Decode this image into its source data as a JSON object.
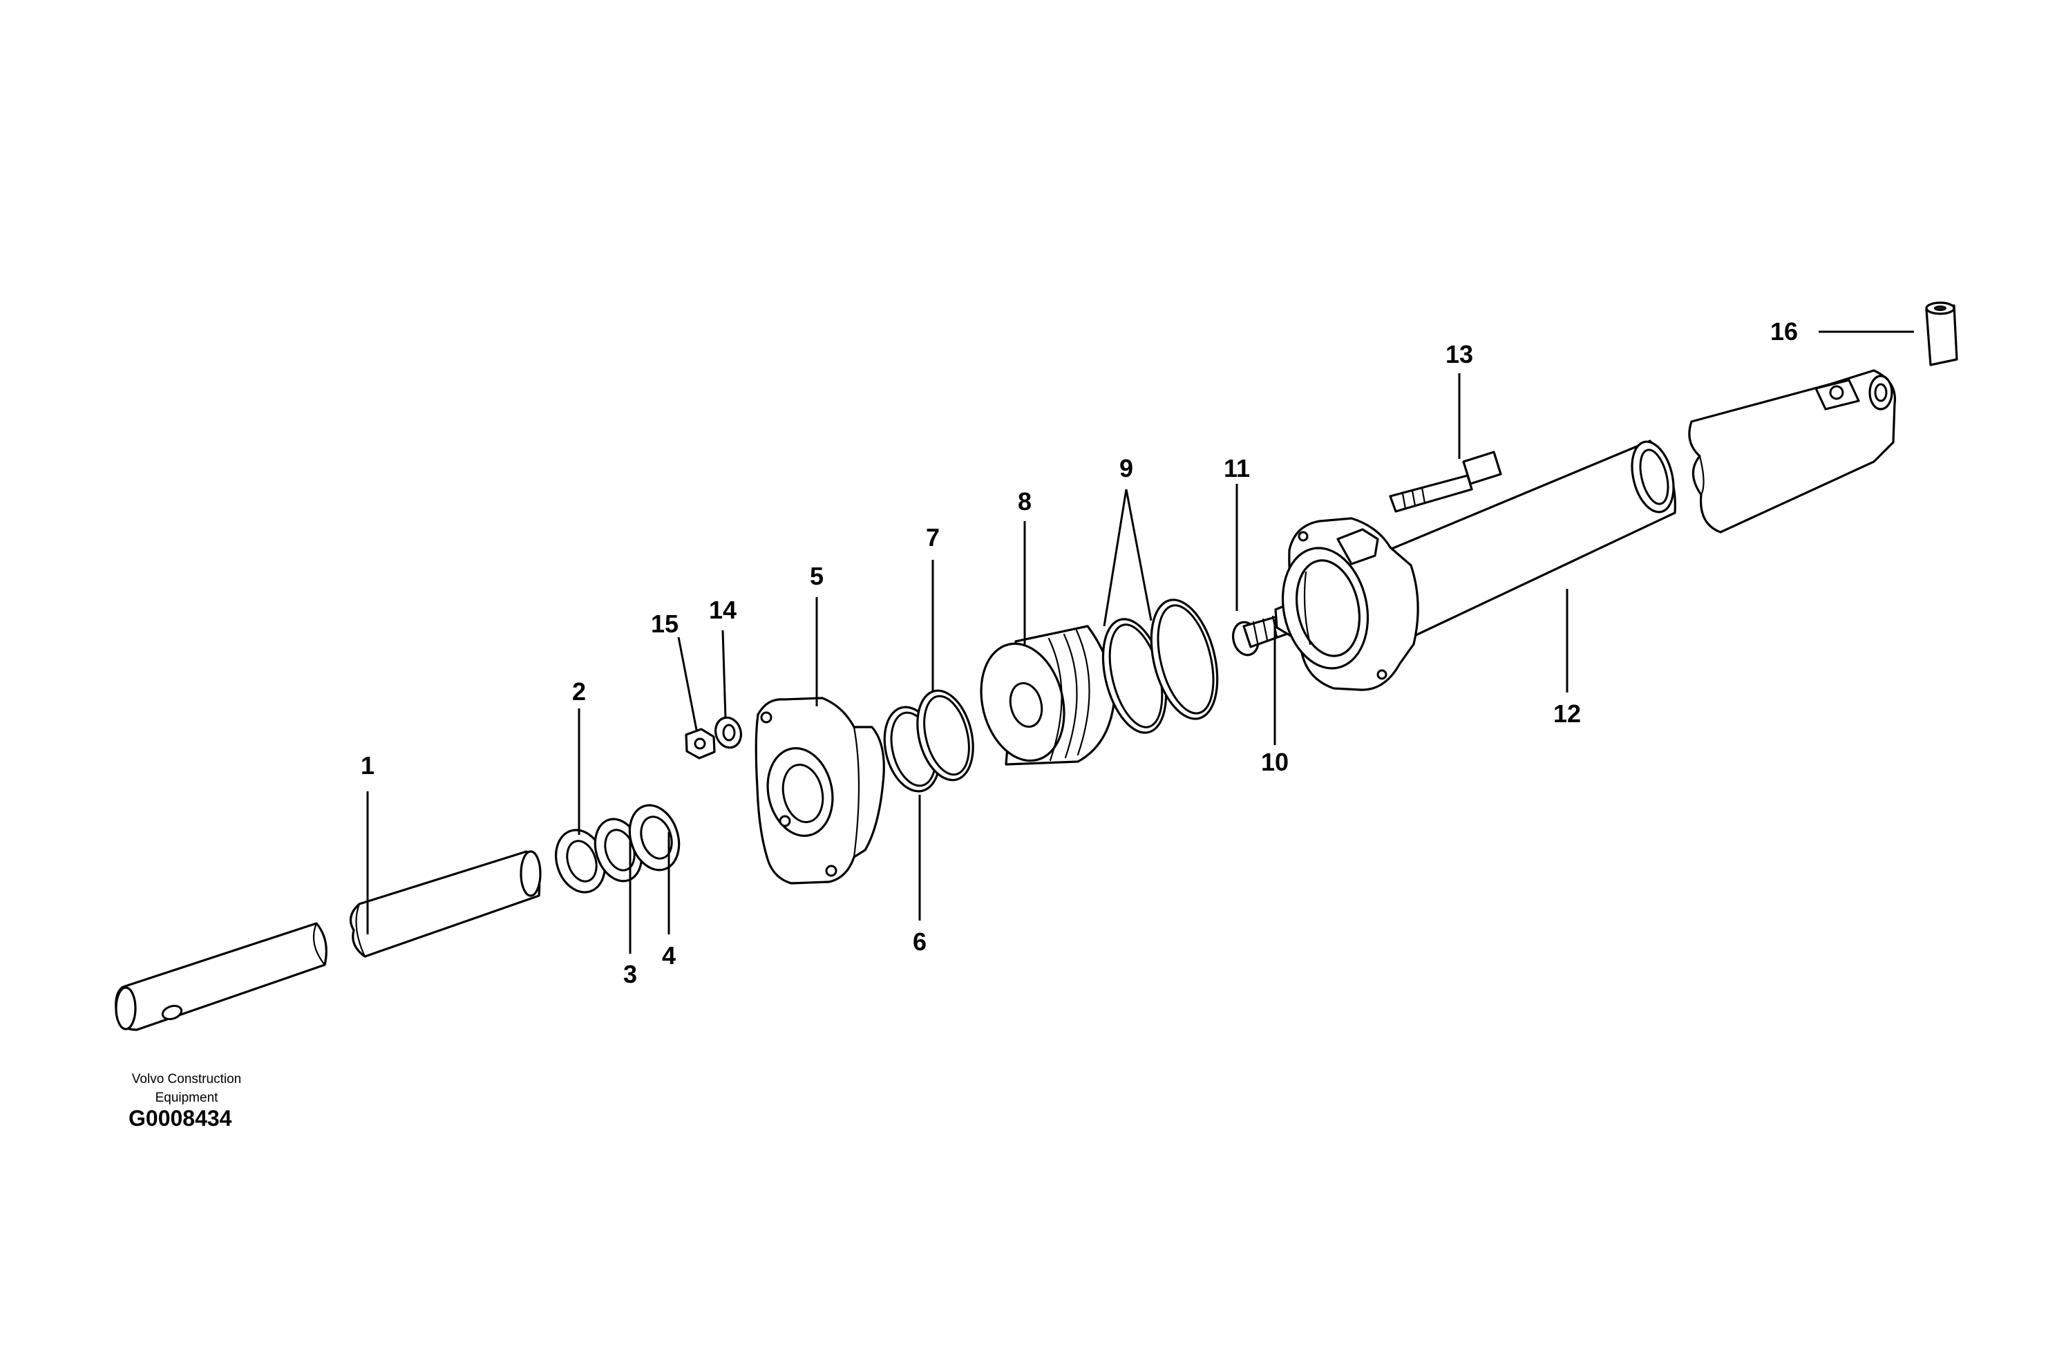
{
  "drawing": {
    "company": "Volvo Construction\nEquipment",
    "code": "G0008434"
  },
  "callouts": [
    {
      "id": "1",
      "label": "1"
    },
    {
      "id": "2",
      "label": "2"
    },
    {
      "id": "3",
      "label": "3"
    },
    {
      "id": "4",
      "label": "4"
    },
    {
      "id": "5",
      "label": "5"
    },
    {
      "id": "6",
      "label": "6"
    },
    {
      "id": "7",
      "label": "7"
    },
    {
      "id": "8",
      "label": "8"
    },
    {
      "id": "9",
      "label": "9"
    },
    {
      "id": "10",
      "label": "10"
    },
    {
      "id": "11",
      "label": "11"
    },
    {
      "id": "12",
      "label": "12"
    },
    {
      "id": "13",
      "label": "13"
    },
    {
      "id": "14",
      "label": "14"
    },
    {
      "id": "15",
      "label": "15"
    },
    {
      "id": "16",
      "label": "16"
    }
  ]
}
